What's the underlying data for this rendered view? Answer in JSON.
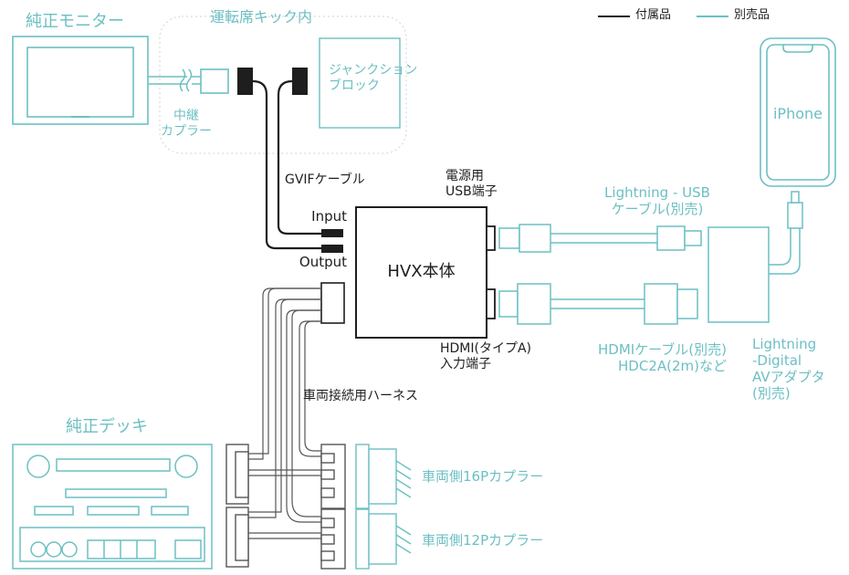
{
  "legend": {
    "included_label": "付属品",
    "separate_label": "別売品",
    "included_color": "#1e1e1e",
    "separate_color": "#6cbfc3"
  },
  "colors": {
    "teal": "#6cbfc3",
    "dark": "#1e1e1e",
    "kit_border": "#d9d9d9"
  },
  "labels": {
    "monitor": "純正モニター",
    "kit_group": "運転席キック内",
    "coupler_line1": "中継",
    "coupler_line2": "カプラー",
    "junction_line1": "ジャンクション",
    "junction_line2": "ブロック",
    "gvif": "GVIFケーブル",
    "usb_line1": "電源用",
    "usb_line2": "USB端子",
    "input": "Input",
    "output": "Output",
    "hvx": "HVX本体",
    "hdmi_port_line1": "HDMI(タイプA)",
    "hdmi_port_line2": "入力端子",
    "harness": "車両接続用ハーネス",
    "deck": "純正デッキ",
    "lightning_line1": "Lightning - USB",
    "lightning_line2": "ケーブル(別売)",
    "hdmi_cable_line1": "HDMIケーブル(別売)",
    "hdmi_cable_line2": "HDC2A(2m)など",
    "adapter_line1": "Lightning",
    "adapter_line2": "-Digital",
    "adapter_line3": "AVアダプタ",
    "adapter_line4": "(別売)",
    "iphone": "iPhone",
    "coupler16": "車両側16Pカプラー",
    "coupler12": "車両側12Pカプラー"
  }
}
